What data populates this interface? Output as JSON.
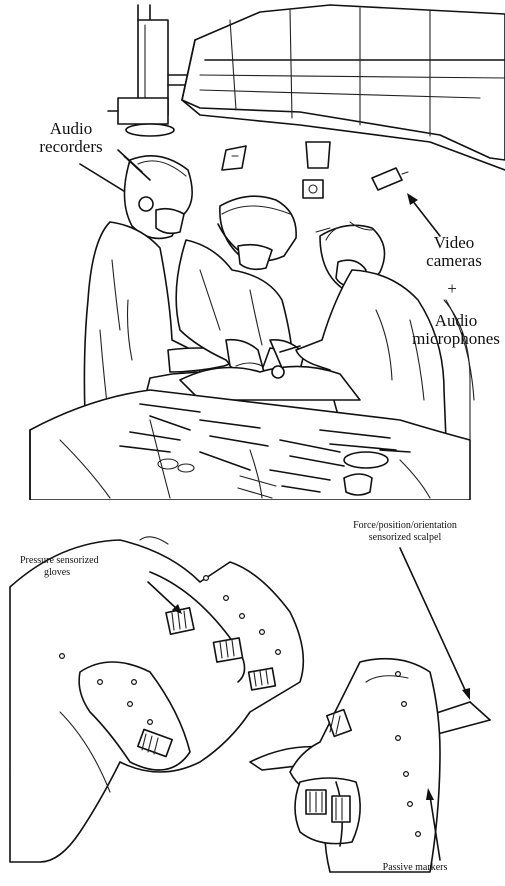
{
  "top_panel": {
    "audio_recorders_label_line1": "Audio",
    "audio_recorders_label_line2": "recorders",
    "video_cameras_label_line1": "Video",
    "video_cameras_label_line2": "cameras",
    "plus_sign": "+",
    "audio_microphones_label_line1": "Audio",
    "audio_microphones_label_line2": "microphones"
  },
  "bottom_panel": {
    "pressure_gloves_label_line1": "Pressure sensorized",
    "pressure_gloves_label_line2": "gloves",
    "scalpel_label_line1": "Force/position/orientation",
    "scalpel_label_line2": "sensorized scalpel",
    "passive_markers_label": "Passive markers"
  }
}
